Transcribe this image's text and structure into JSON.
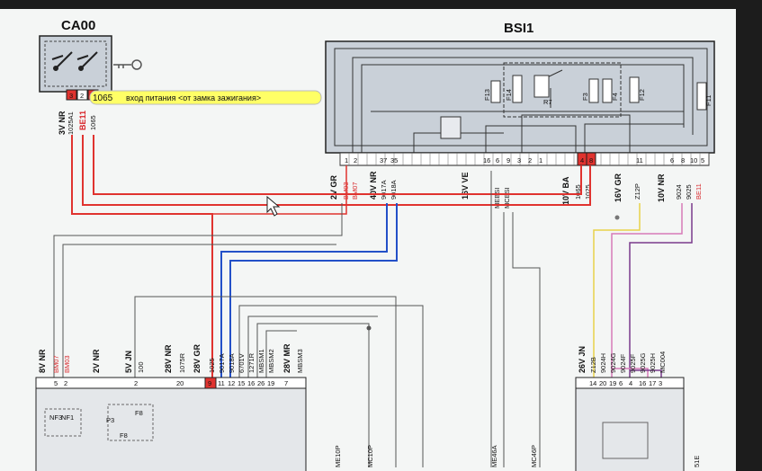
{
  "ca00": {
    "title": "CA00",
    "pins": [
      "3",
      "2",
      "1"
    ],
    "wires": [
      "3V NR",
      "1025A1",
      "BE11",
      "1065"
    ],
    "wire_colors": [
      "#111111",
      "#111111",
      "#d8262a",
      "#111111"
    ]
  },
  "tooltip": {
    "id": "1065",
    "text": "вход питания <от замка зажигания>"
  },
  "bsi1": {
    "title": "BSI1",
    "fuses": [
      "F13",
      "F14",
      "R7",
      "F3",
      "F4",
      "F12",
      "F11"
    ],
    "conn1_pins": [
      "1",
      "2",
      "37",
      "35",
      "16",
      "6",
      "9",
      "3",
      "2",
      "1"
    ],
    "conn1_wires": [
      "2V GR",
      "BM03",
      "BM07",
      "40V NR",
      "9017A",
      "9018A",
      "16V VE",
      "MEBSI",
      "MCBSI"
    ],
    "conn2_pins": [
      "4",
      "8",
      "11",
      "6",
      "8",
      "10",
      "5"
    ],
    "conn2_wires": [
      "10V BA",
      "1065",
      "1025",
      "16V GR",
      "Z12P",
      "10V NR",
      "9024",
      "9025",
      "BE11"
    ]
  },
  "bottom": {
    "conn_a": [
      "8V NR",
      "5",
      "BM07",
      "2",
      "BM03"
    ],
    "conn_b": [
      "2V NR",
      "5V JN",
      "2",
      "100"
    ],
    "conn_c": [
      "28V NR",
      "20",
      "1075R"
    ],
    "conn_d_title": "28V GR",
    "conn_d_pins": [
      "9",
      "11",
      "12",
      "15",
      "16",
      "26",
      "19"
    ],
    "conn_d_wires": [
      "1025",
      "9017A",
      "9018A",
      "6701V",
      "1271R",
      "MBSM1",
      "MBSM2"
    ],
    "conn_e": [
      "28V MR",
      "7",
      "MBSM3"
    ],
    "box_labels": [
      "NF3",
      "NF1",
      "F8",
      "P3",
      "F8"
    ],
    "grounds": [
      "ME10P",
      "MC10P",
      "ME46A",
      "MC46P",
      "51E"
    ],
    "conn_f_title": "26V JN",
    "conn_f_pins": [
      "14",
      "20",
      "19",
      "6",
      "4",
      "16",
      "17",
      "3"
    ],
    "conn_f_wires": [
      "Z12B",
      "9024H",
      "9024G",
      "9024F",
      "9025F",
      "9025G",
      "9025H",
      "MC004"
    ]
  },
  "colors": {
    "wire_red": "#e0332f",
    "wire_blue": "#2350c8",
    "wire_yellow": "#e8d24a",
    "wire_pink": "#d77ab8",
    "wire_purple": "#7a3a8c",
    "box_fill": "#c9d0d8",
    "tooltip_bg": "#ffff66"
  }
}
